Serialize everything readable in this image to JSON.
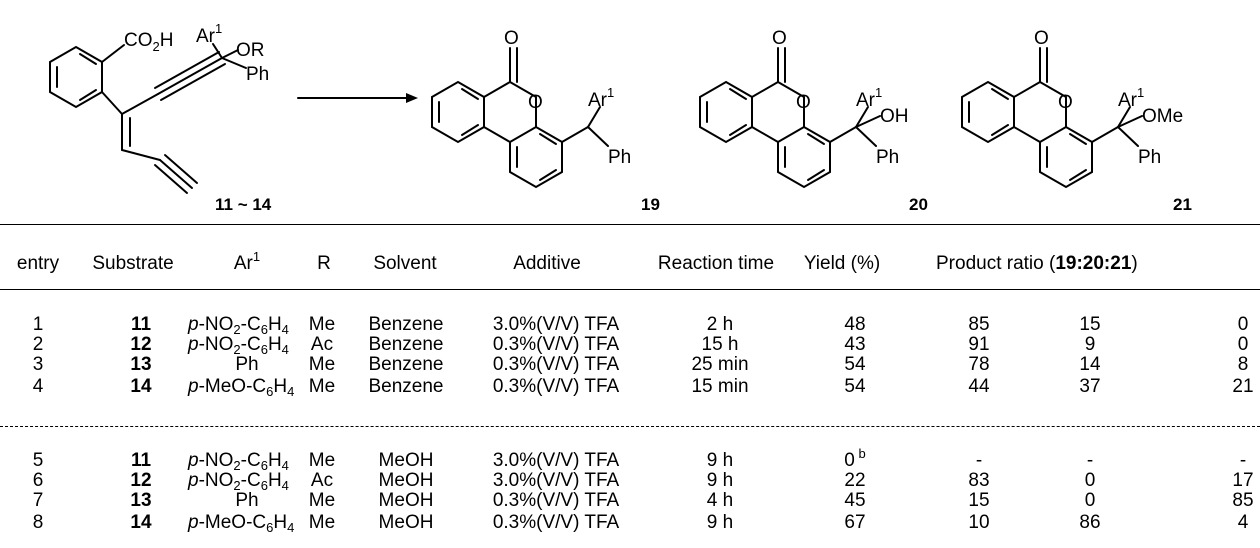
{
  "scheme": {
    "reactant": {
      "substituent_acid": "CO2H",
      "ar": "Ar1",
      "or": "OR",
      "ph": "Ph",
      "label": "11 ~ 14"
    },
    "products": [
      {
        "label": "19",
        "ar": "Ar1",
        "group": "",
        "ph": "Ph"
      },
      {
        "label": "20",
        "ar": "Ar1",
        "group": "OH",
        "ph": "Ph"
      },
      {
        "label": "21",
        "ar": "Ar1",
        "group": "OMe",
        "ph": "Ph"
      }
    ],
    "atom_o": "O"
  },
  "table": {
    "headers": {
      "entry": "entry",
      "substrate": "Substrate",
      "ar": "Ar",
      "ar_sup": "1",
      "r": "R",
      "solvent": "Solvent",
      "additive": "Additive",
      "time": "Reaction time",
      "yield": "Yield (%)",
      "ratio_pre": "Product  ratio (",
      "ratio_bold": "19:20:21",
      "ratio_post": ")"
    },
    "rows": [
      {
        "entry": "1",
        "substrate": "11",
        "ar": "p-NO2-C6H4",
        "r": "Me",
        "solvent": "Benzene",
        "additive": "3.0%(V/V) TFA",
        "time": "2 h",
        "yield": "48",
        "yield_note": "",
        "p19": "85",
        "p20": "15",
        "p21": "0"
      },
      {
        "entry": "2",
        "substrate": "12",
        "ar": "p-NO2-C6H4",
        "r": "Ac",
        "solvent": "Benzene",
        "additive": "0.3%(V/V) TFA",
        "time": "15 h",
        "yield": "43",
        "yield_note": "",
        "p19": "91",
        "p20": "9",
        "p21": "0"
      },
      {
        "entry": "3",
        "substrate": "13",
        "ar": "Ph",
        "r": "Me",
        "solvent": "Benzene",
        "additive": "0.3%(V/V) TFA",
        "time": "25 min",
        "yield": "54",
        "yield_note": "",
        "p19": "78",
        "p20": "14",
        "p21": "8"
      },
      {
        "entry": "4",
        "substrate": "14",
        "ar": "p-MeO-C6H4",
        "r": "Me",
        "solvent": "Benzene",
        "additive": "0.3%(V/V) TFA",
        "time": "15 min",
        "yield": "54",
        "yield_note": "",
        "p19": "44",
        "p20": "37",
        "p21": "21"
      },
      {
        "entry": "5",
        "substrate": "11",
        "ar": "p-NO2-C6H4",
        "r": "Me",
        "solvent": "MeOH",
        "additive": "3.0%(V/V) TFA",
        "time": "9 h",
        "yield": "0",
        "yield_note": "b",
        "p19": "-",
        "p20": "-",
        "p21": "-"
      },
      {
        "entry": "6",
        "substrate": "12",
        "ar": "p-NO2-C6H4",
        "r": "Ac",
        "solvent": "MeOH",
        "additive": "3.0%(V/V) TFA",
        "time": "9 h",
        "yield": "22",
        "yield_note": "",
        "p19": "83",
        "p20": "0",
        "p21": "17"
      },
      {
        "entry": "7",
        "substrate": "13",
        "ar": "Ph",
        "r": "Me",
        "solvent": "MeOH",
        "additive": "0.3%(V/V) TFA",
        "time": "4 h",
        "yield": "45",
        "yield_note": "",
        "p19": "15",
        "p20": "0",
        "p21": "85"
      },
      {
        "entry": "8",
        "substrate": "14",
        "ar": "p-MeO-C6H4",
        "r": "Me",
        "solvent": "MeOH",
        "additive": "0.3%(V/V) TFA",
        "time": "9 h",
        "yield": "67",
        "yield_note": "",
        "p19": "10",
        "p20": "86",
        "p21": "4"
      }
    ]
  }
}
